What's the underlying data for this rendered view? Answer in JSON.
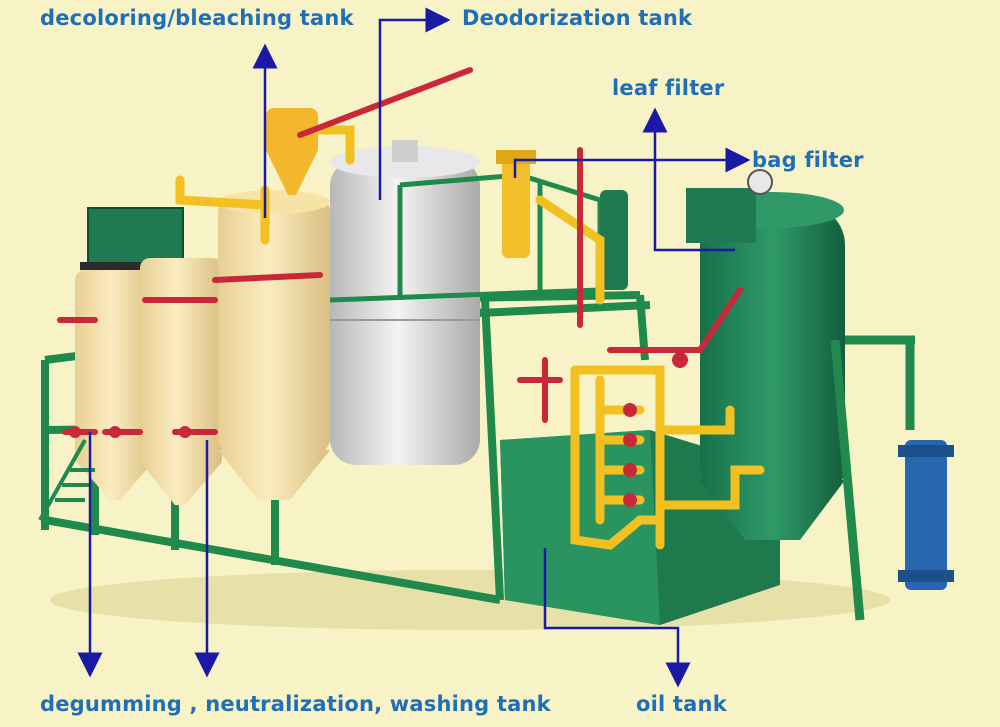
{
  "labels": {
    "bleaching": "decoloring/bleaching tank",
    "deodorization": "Deodorization tank",
    "leaf_filter": "leaf filter",
    "bag_filter": "bag filter",
    "degumming": "degumming , neutralization, washing tank",
    "oil_tank": "oil tank"
  },
  "colors": {
    "background": "#f8f3c6",
    "label_text": "#1e6fb8",
    "arrow": "#1a1aa6",
    "frame_green": "#1f8a4c",
    "tank_cream": "#f3dfa8",
    "tank_steel": "#d8d8d8",
    "pipe_yellow": "#f2c020",
    "pipe_red": "#c8283a"
  }
}
